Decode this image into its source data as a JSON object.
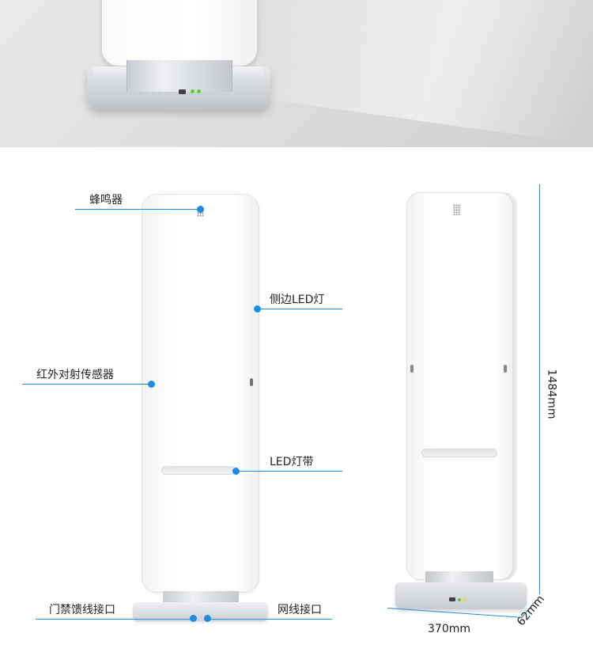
{
  "labels": {
    "buzzer": "蜂鸣器",
    "side_led": "侧边LED灯",
    "infrared_sensor": "红外对射传感器",
    "led_strip": "LED灯带",
    "access_feedback_port": "门禁馈线接口",
    "network_port": "网线接口"
  },
  "dimensions": {
    "height": "1484mm",
    "width": "370mm",
    "depth": "62mm"
  },
  "colors": {
    "accent": "#1a8ee6",
    "led_green": "#4cd137",
    "led_yellow": "#e1e143"
  }
}
